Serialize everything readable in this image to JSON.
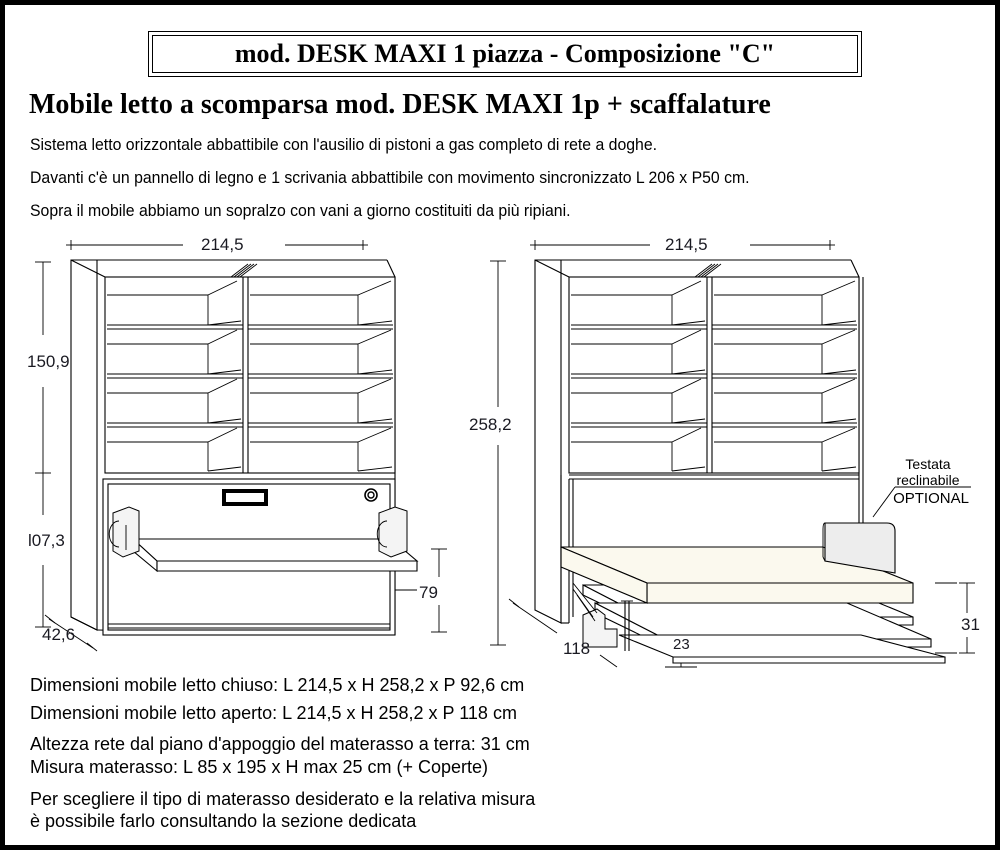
{
  "document": {
    "title_box": "mod. DESK MAXI 1 piazza - Composizione \"C\"",
    "subtitle": "Mobile letto a scomparsa mod. DESK  MAXI 1p + scaffalature",
    "description_lines": [
      "Sistema letto orizzontale  abbattibile con l'ausilio di pistoni a gas  completo di rete a doghe.",
      "Davanti c'è un pannello di legno e 1 scrivania abbattibile con movimento sincronizzato L 206 x P50 cm.",
      "Sopra il mobile abbiamo un sopralzo con vani a giorno costituiti da più ripiani."
    ],
    "footer_lines": [
      "Dimensioni mobile letto chiuso: L 214,5 x H 258,2 x P 92,6 cm",
      "Dimensioni mobile letto aperto: L 214,5 x H 258,2 x P 118 cm",
      "Altezza rete dal piano d'appoggio del materasso a terra: 31 cm",
      "Misura materasso: L 85 x 195 x H max 25 cm (+ Coperte)",
      "Per scegliere il tipo di materasso desiderato e la relativa misura",
      "è possibile farlo consultando la sezione dedicata"
    ]
  },
  "drawing_left": {
    "name": "closed-view",
    "dim_width": "214,5",
    "dim_upper_height": "150,9",
    "dim_lower_height": "l07,3",
    "dim_depth": "42,6",
    "dim_desk_height": "79"
  },
  "drawing_right": {
    "name": "open-view",
    "dim_width": "214,5",
    "dim_total_height": "258,2",
    "dim_depth_open": "118",
    "dim_bed_height": "31",
    "dim_bubble": "23",
    "callout_line1": "Testata",
    "callout_line2": "reclinabile",
    "callout_optional": "OPTIONAL"
  },
  "colors": {
    "outline": "#000000",
    "mattress": "#fbf9ee",
    "headboard": "#ededed",
    "panel": "#ffffff",
    "dim_text": "#1a1a22",
    "border": "#000000"
  }
}
